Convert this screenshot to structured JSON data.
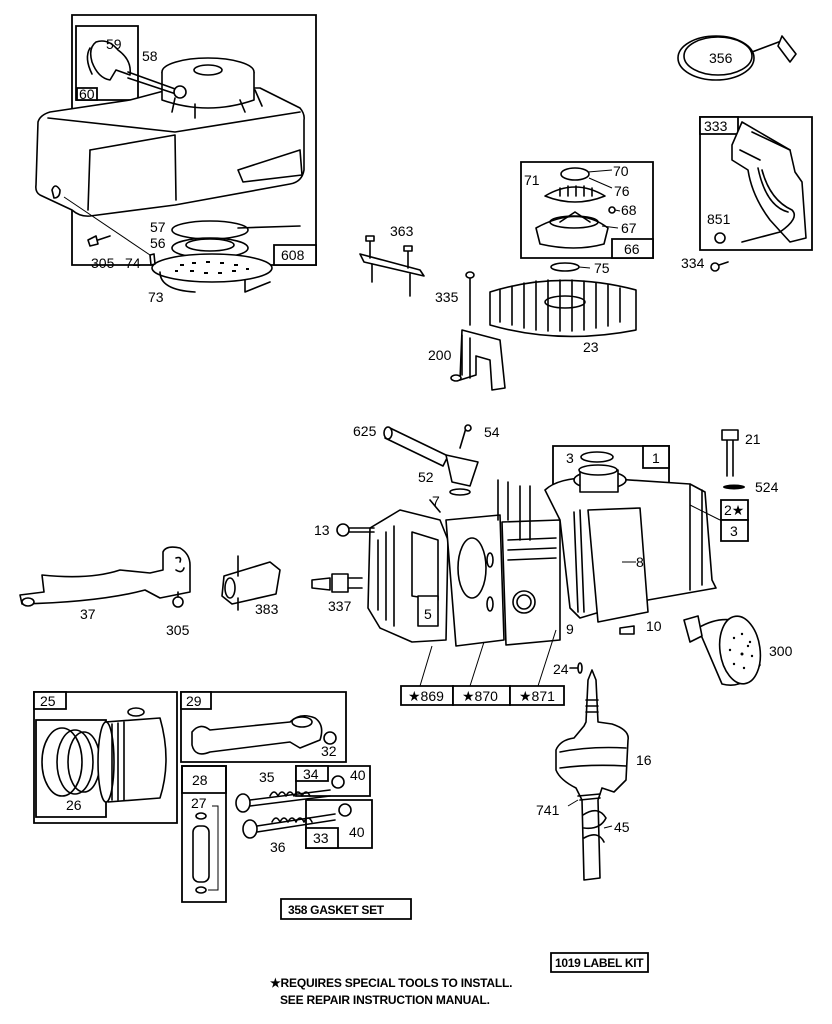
{
  "diagram": {
    "title": "Engine exploded parts diagram",
    "callouts": {
      "p59": "59",
      "p58": "58",
      "p60": "60",
      "p608": "608",
      "p57": "57",
      "p56": "56",
      "p305a": "305",
      "p74": "74",
      "p73": "73",
      "p363": "363",
      "p335": "335",
      "p200": "200",
      "p23": "23",
      "p70": "70",
      "p71": "71",
      "p76": "76",
      "p68": "68",
      "p67": "67",
      "p66": "66",
      "p75": "75",
      "p356": "356",
      "p333": "333",
      "p851": "851",
      "p334": "334",
      "p625": "625",
      "p54": "54",
      "p52": "52",
      "p7": "7",
      "p13": "13",
      "p337": "337",
      "p5": "5",
      "p869": "★869",
      "p870": "★870",
      "p871": "★871",
      "p3a": "3",
      "p1": "1",
      "p2": "2★",
      "p3b": "3",
      "p21": "21",
      "p524": "524",
      "p8": "8",
      "p9": "9",
      "p10": "10",
      "p24": "24",
      "p300": "300",
      "p37": "37",
      "p305b": "305",
      "p383": "383",
      "p16": "16",
      "p741": "741",
      "p45": "45",
      "p25": "25",
      "p26": "26",
      "p29": "29",
      "p32": "32",
      "p28": "28",
      "p27": "27",
      "p35": "35",
      "p34": "34",
      "p40a": "40",
      "p36": "36",
      "p33": "33",
      "p40b": "40"
    },
    "kits": {
      "gasket_set": "358  GASKET SET",
      "label_kit": "1019 LABEL KIT"
    },
    "footnote": {
      "line1": "★REQUIRES SPECIAL TOOLS TO INSTALL.",
      "line2": "SEE REPAIR INSTRUCTION MANUAL."
    }
  }
}
